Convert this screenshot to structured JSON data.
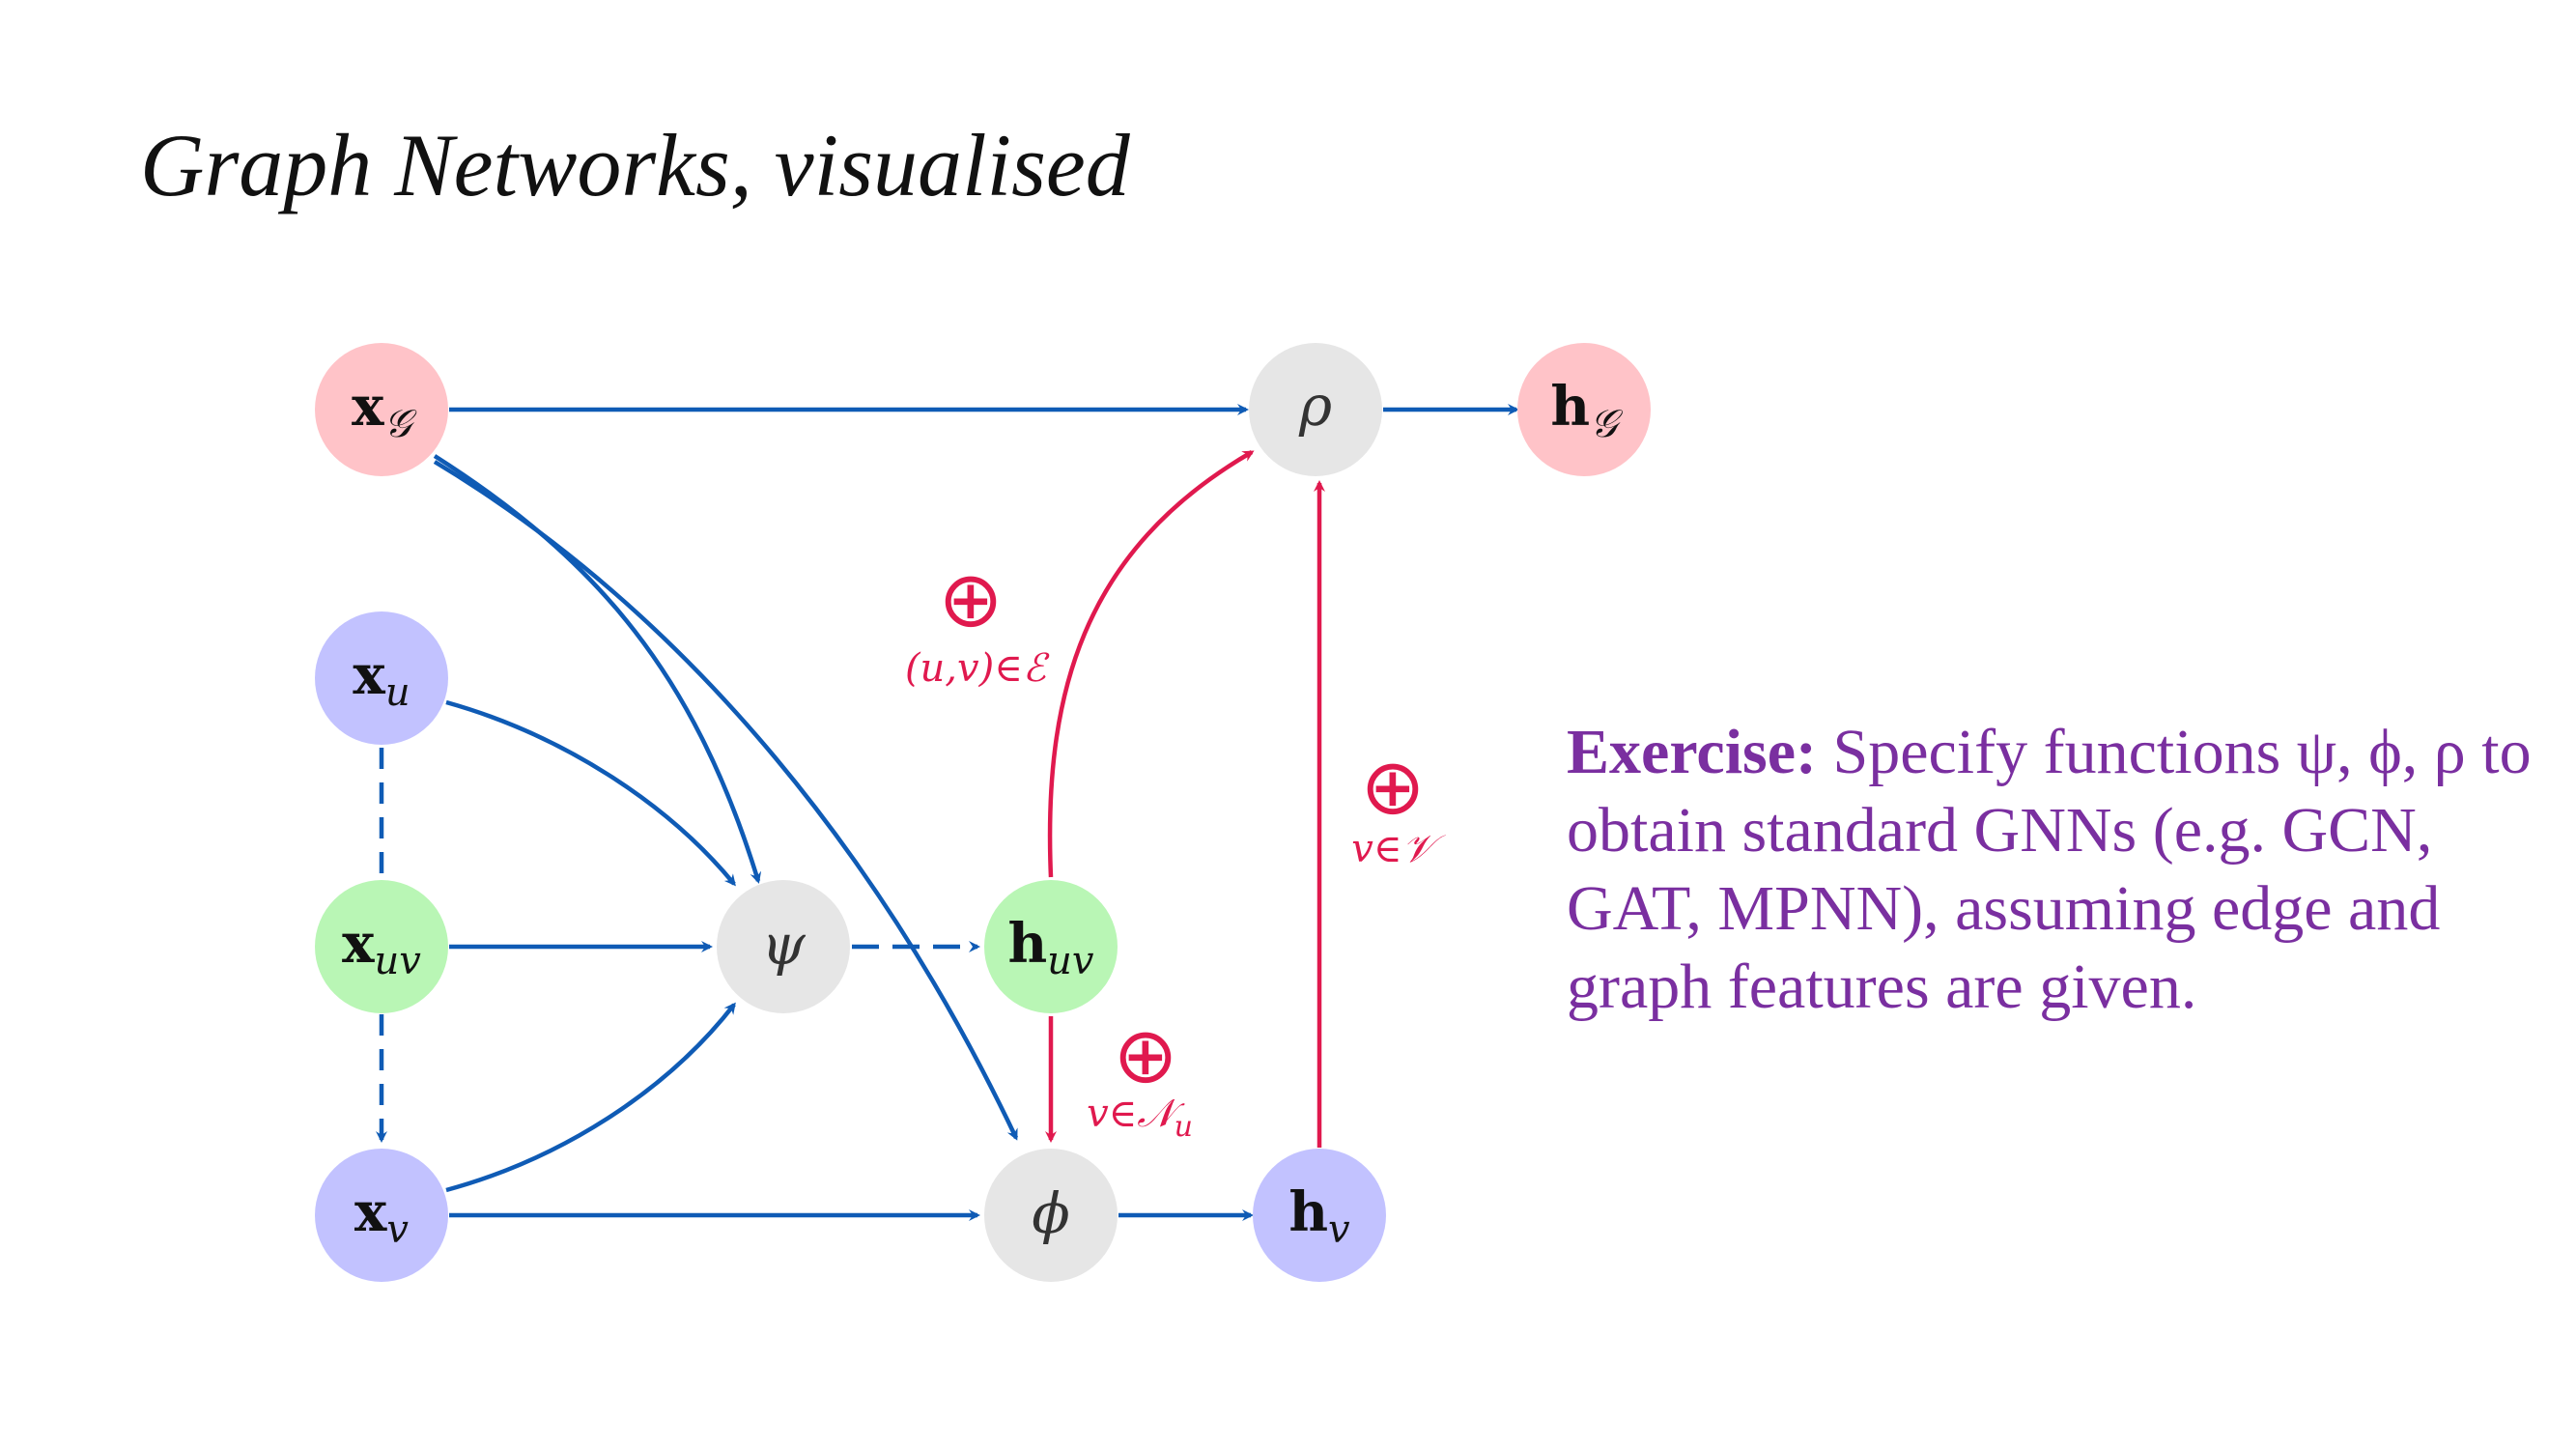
{
  "title": "Graph Networks, visualised",
  "colors": {
    "edge_blue": "#0f5bb5",
    "agg_red": "#e0194e",
    "graph_node": "#ffc3c8",
    "node_node": "#c2c2ff",
    "edge_node": "#b9f6b5",
    "function_node": "#e6e6e6",
    "exercise_text": "#7a2fa0"
  },
  "nodes": {
    "xG": {
      "main": "x",
      "sub": "𝒢"
    },
    "xu": {
      "main": "x",
      "sub": "u"
    },
    "xuv": {
      "main": "x",
      "sub": "uv"
    },
    "xv": {
      "main": "x",
      "sub": "v"
    },
    "psi": {
      "main": "ψ"
    },
    "huv": {
      "main": "h",
      "sub": "uv"
    },
    "phi": {
      "main": "ϕ"
    },
    "hv": {
      "main": "h",
      "sub": "v"
    },
    "rho": {
      "main": "ρ"
    },
    "hG": {
      "main": "h",
      "sub": "𝒢"
    }
  },
  "aggregations": {
    "symbol": "⊕",
    "edges_label": "(u,v)∈ℰ",
    "nodes_label": "v∈𝒱",
    "neighbors_label": "v∈𝒩",
    "neighbors_sub": "u"
  },
  "exercise": {
    "lead": "Exercise:",
    "text": " Specify functions ψ, ϕ, ρ to obtain standard GNNs (e.g. GCN, GAT, MPNN), assuming edge and graph features are given."
  }
}
